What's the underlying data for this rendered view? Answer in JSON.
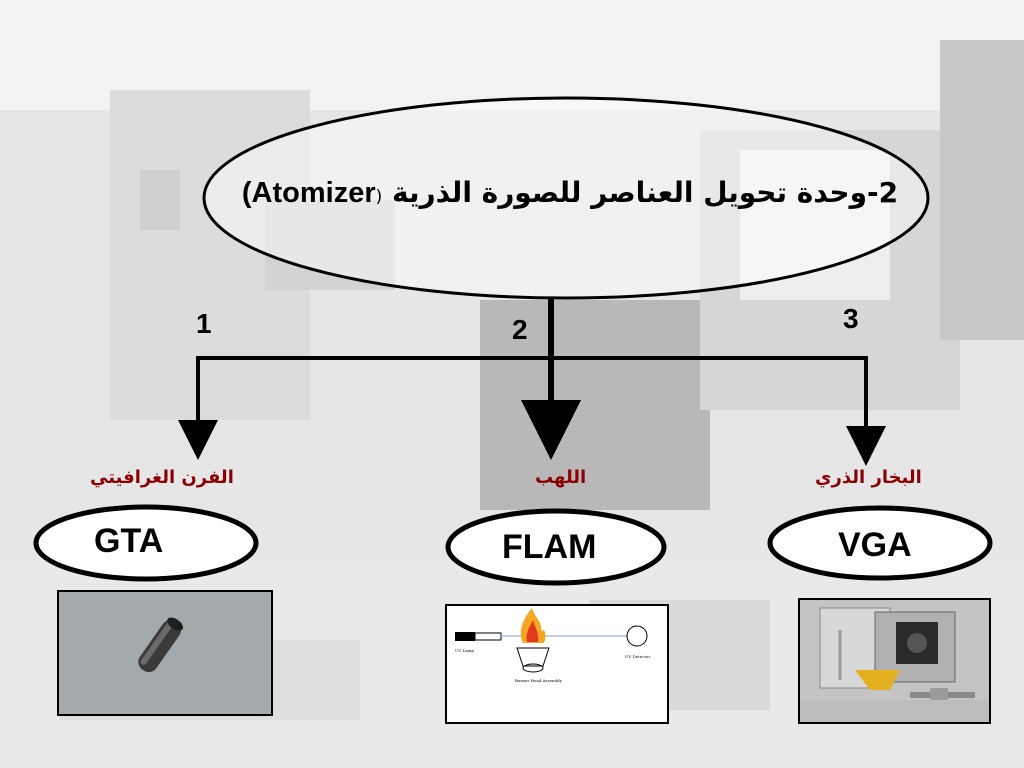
{
  "title": {
    "arabic": "2-وحدة تحويل العناصر للصورة الذرية",
    "english": "Atomizer",
    "open_paren": "(",
    "close_paren": ")"
  },
  "branches": [
    {
      "number": "1",
      "arabic_label": "الفرن الغرافيتي",
      "abbr": "GTA"
    },
    {
      "number": "2",
      "arabic_label": "اللهب",
      "abbr": "FLAM"
    },
    {
      "number": "3",
      "arabic_label": "البخار الذري",
      "abbr": "VGA"
    }
  ],
  "flame_diagram": {
    "lamp_label": "UV Lamp",
    "detector_label": "UV Detector",
    "burner_label": "Burner Head Assembly"
  },
  "colors": {
    "label": "#8b0000",
    "line": "#000000",
    "flame": "#f5a623"
  }
}
